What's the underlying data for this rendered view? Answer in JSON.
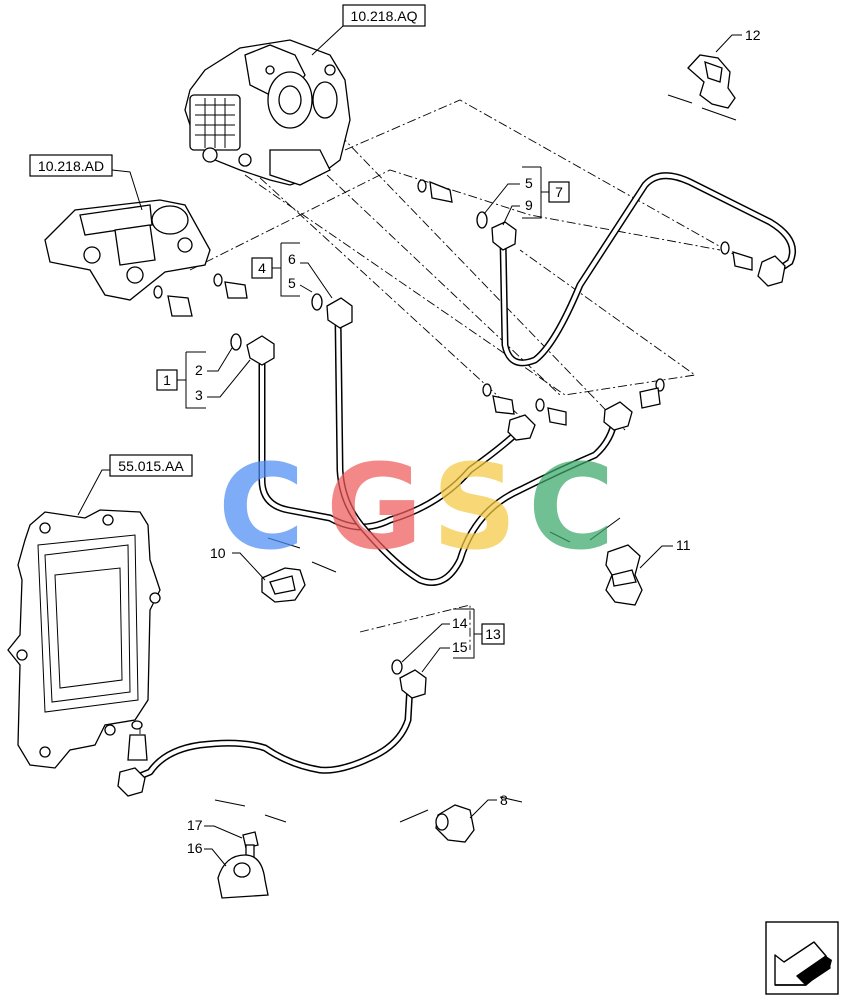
{
  "references": {
    "high_pressure_pump": "10.218.AQ",
    "fuel_filter_head": "10.218.AD",
    "ecu": "55.015.AA"
  },
  "callouts": {
    "c1": "1",
    "c2": "2",
    "c3": "3",
    "c4": "4",
    "c5a": "5",
    "c5b": "5",
    "c6": "6",
    "c7": "7",
    "c8": "8",
    "c9": "9",
    "c10": "10",
    "c11": "11",
    "c12": "12",
    "c13": "13",
    "c14": "14",
    "c15": "15",
    "c16": "16",
    "c17": "17"
  },
  "watermark": {
    "letters": [
      "C",
      "G",
      "S",
      "C"
    ],
    "colors": [
      "#4f8df5",
      "#ef5b5b",
      "#f5c842",
      "#3aa86b"
    ]
  },
  "nav_icon": "next-page-arrow-icon"
}
